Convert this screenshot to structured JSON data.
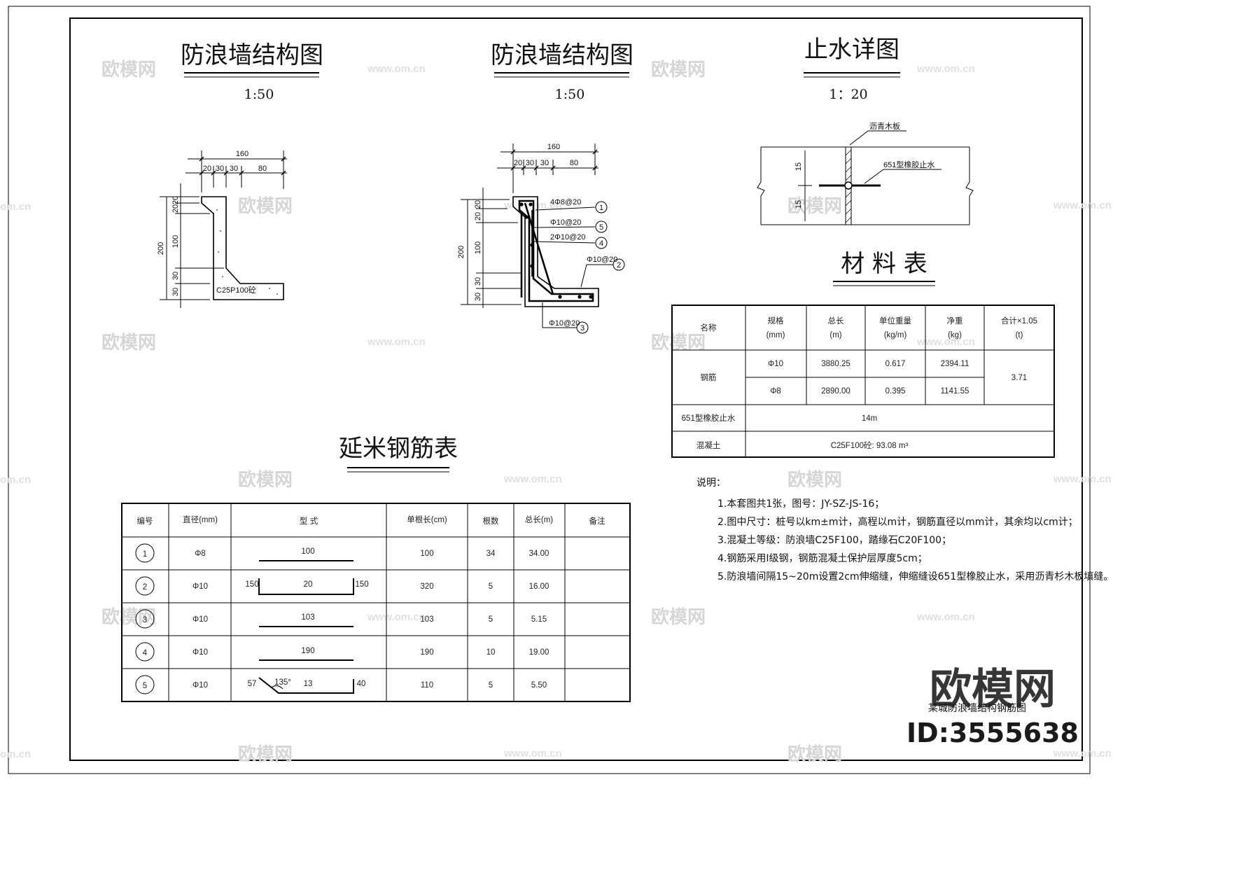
{
  "drawing": {
    "title_left": "防浪墙结构图",
    "scale_left": "1:50",
    "title_mid": "防浪墙结构图",
    "scale_mid": "1:50",
    "title_right": "止水详图",
    "scale_right": "1：20",
    "material_title": "材 料 表",
    "rebar_table_title": "延米钢筋表",
    "drawing_name": "某城防浪墙结构钢筋图"
  },
  "section_left": {
    "dim_total": "160",
    "dim_parts": [
      "20",
      "30",
      "30",
      "80"
    ],
    "dim_height": "200",
    "dim_vert": [
      "20",
      "20",
      "100",
      "30",
      "30"
    ],
    "concrete_label": "C25P100砼"
  },
  "section_mid": {
    "dim_total": "160",
    "dim_parts": [
      "20",
      "30",
      "30",
      "80"
    ],
    "dim_height": "200",
    "dim_vert": [
      "20",
      "20",
      "100",
      "30",
      "30"
    ],
    "callouts": [
      {
        "text": "4Φ8@20",
        "num": "1"
      },
      {
        "text": "Φ10@20",
        "num": "5"
      },
      {
        "text": "2Φ10@20",
        "num": "4"
      },
      {
        "text": "Φ10@20",
        "num": "2"
      },
      {
        "text": "Φ10@20",
        "num": "3"
      }
    ]
  },
  "waterstop": {
    "label_board": "沥青木板",
    "label_rubber": "651型橡胶止水",
    "dim_top": "15",
    "dim_bottom": "15"
  },
  "material_table": {
    "headers": [
      "名称",
      "规格\n(mm)",
      "总长\n(m)",
      "单位重量\n(kg/m)",
      "净重\n(kg)",
      "合计×1.05\n(t)"
    ],
    "steel_name": "钢筋",
    "steel_rows": [
      [
        "Φ10",
        "3880.25",
        "0.617",
        "2394.11"
      ],
      [
        "Φ8",
        "2890.00",
        "0.395",
        "1141.55"
      ]
    ],
    "steel_total": "3.71",
    "waterstop_name": "651型橡胶止水",
    "waterstop_value": "14m",
    "concrete_name": "混凝土",
    "concrete_value": "C25F100砼:  93.08 m³"
  },
  "notes": {
    "heading": "说明：",
    "items": [
      "1.本套图共1张，图号：JY-SZ-JS-16；",
      "2.图中尺寸：桩号以km±m计，高程以m计，钢筋直径以mm计，其余均以cm计；",
      "3.混凝土等级：防浪墙C25F100，踏缘石C20F100；",
      "4.钢筋采用Ⅰ级钢，钢筋混凝土保护层厚度5cm；",
      "5.防浪墙间隔15~20m设置2cm伸缩缝，伸缩缝设651型橡胶止水，采用沥青杉木板填缝。"
    ]
  },
  "rebar_table": {
    "headers": [
      "编号",
      "直径(mm)",
      "型  式",
      "单根长(cm)",
      "根数",
      "总长(m)",
      "备注"
    ],
    "rows": [
      {
        "id": "1",
        "dia": "Φ8",
        "shape": [
          "100"
        ],
        "len": "100",
        "count": "34",
        "total": "34.00"
      },
      {
        "id": "2",
        "dia": "Φ10",
        "shape": [
          "150",
          "20",
          "150"
        ],
        "len": "320",
        "count": "5",
        "total": "16.00"
      },
      {
        "id": "3",
        "dia": "Φ10",
        "shape": [
          "103"
        ],
        "len": "103",
        "count": "5",
        "total": "5.15"
      },
      {
        "id": "4",
        "dia": "Φ10",
        "shape": [
          "190"
        ],
        "len": "190",
        "count": "10",
        "total": "19.00"
      },
      {
        "id": "5",
        "dia": "Φ10",
        "shape": [
          "57",
          "135°",
          "13",
          "40"
        ],
        "len": "110",
        "count": "5",
        "total": "5.50"
      }
    ]
  },
  "watermark": {
    "brand": "欧模网",
    "url": "www.om.cn",
    "url_short": "om.cn",
    "id_text": "ID:3555638"
  }
}
